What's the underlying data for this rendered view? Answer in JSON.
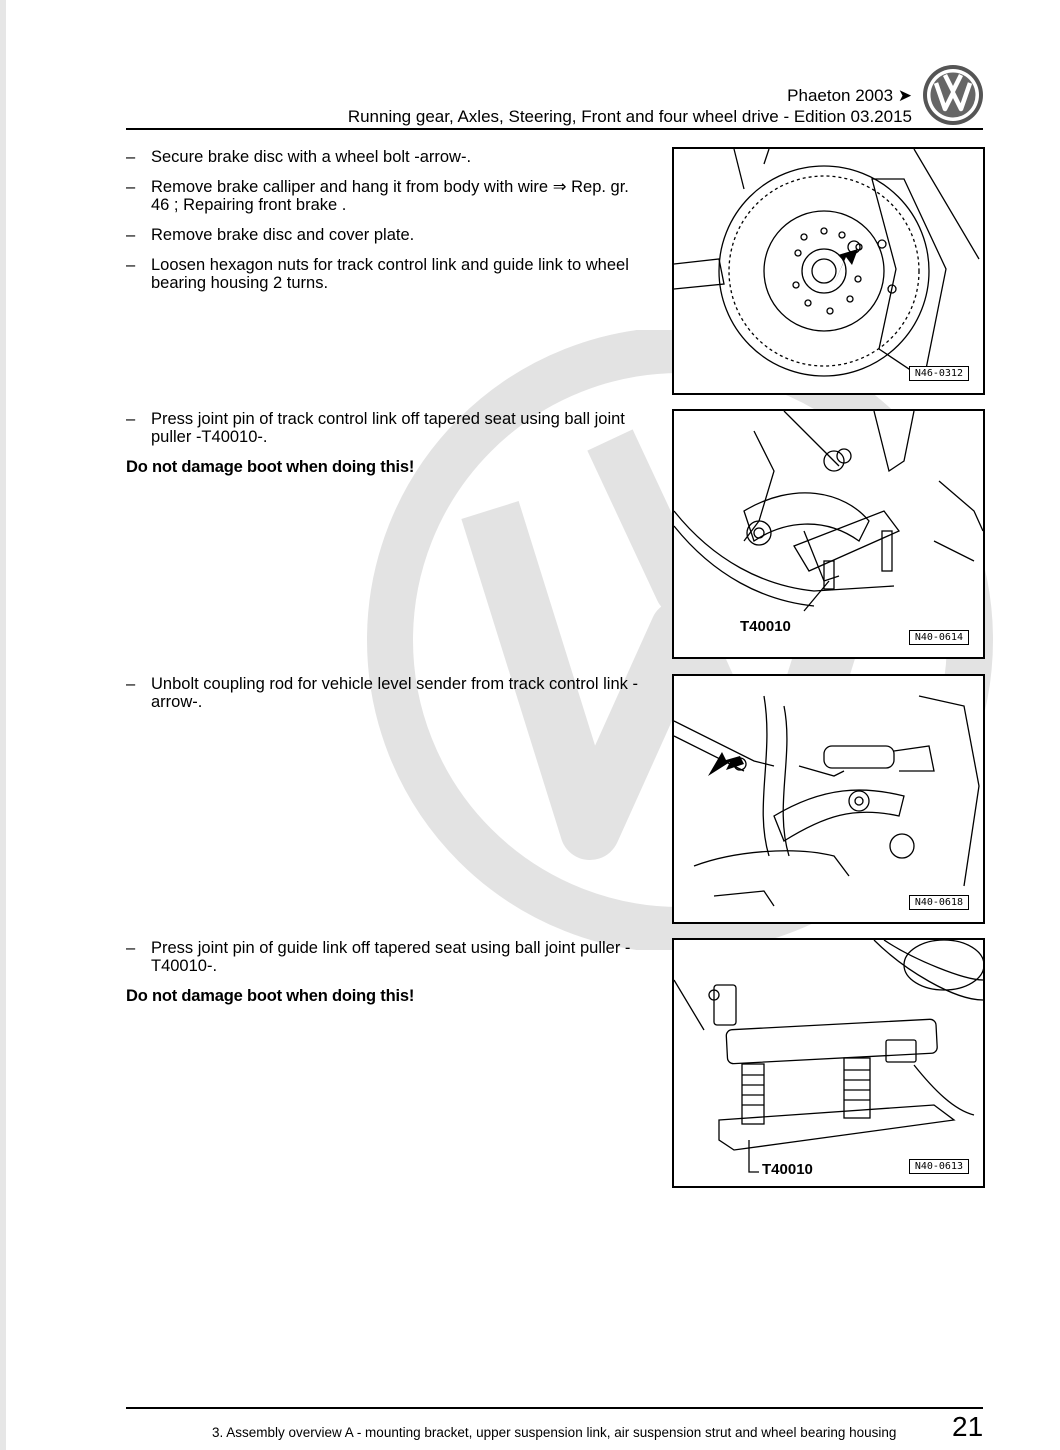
{
  "header": {
    "title": "Phaeton 2003 ➤",
    "subtitle": "Running gear, Axles, Steering, Front and four wheel drive - Edition 03.2015"
  },
  "steps": [
    {
      "dash": "–",
      "text": "Secure brake disc with a wheel bolt -arrow-."
    },
    {
      "dash": "–",
      "text": "Remove brake calliper and hang it from body with wire ⇒ Rep. gr.  46 ; Repairing front brake ."
    },
    {
      "dash": "–",
      "text": "Remove brake disc and cover plate."
    },
    {
      "dash": "–",
      "text": "Loosen hexagon nuts for track control link and guide link to wheel bearing housing 2 turns."
    },
    {
      "dash": "–",
      "text": "Press joint pin of track control link off tapered seat using ball joint puller -T40010-."
    },
    {
      "dash": "–",
      "text": "Unbolt coupling rod for vehicle level sender from track control link -arrow-."
    },
    {
      "dash": "–",
      "text": "Press joint pin of guide link off tapered seat using ball joint puller -T40010-."
    }
  ],
  "warnings": [
    "Do not damage boot when doing this!",
    "Do not damage boot when doing this!"
  ],
  "figures": [
    {
      "code": "N46-0312",
      "label": ""
    },
    {
      "code": "N40-0614",
      "label": "T40010"
    },
    {
      "code": "N40-0618",
      "label": ""
    },
    {
      "code": "N40-0613",
      "label": "T40010"
    }
  ],
  "footer": {
    "section": "3. Assembly overview A - mounting bracket, upper suspension link, air suspension strut and wheel bearing housing",
    "page": "21"
  },
  "icons": {
    "brand_logo": "vw-logo-icon",
    "watermark": "vw-watermark-logo"
  }
}
